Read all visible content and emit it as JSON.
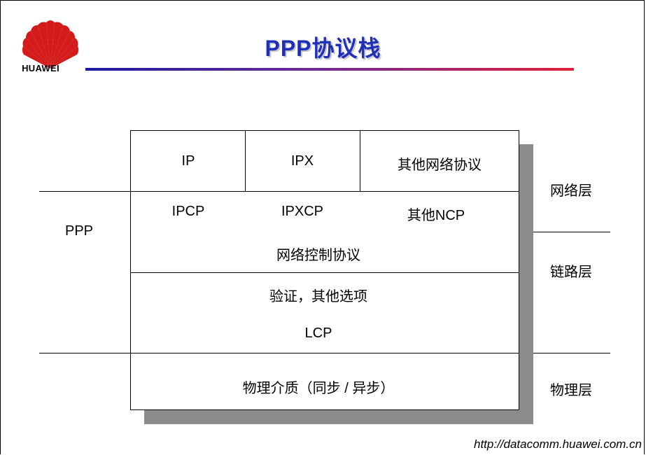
{
  "slide": {
    "logo_text": "HUAWEI",
    "title": "PPP协议栈",
    "footer_url": "http://datacomm.huawei.com.cn"
  },
  "stack": {
    "network_row": [
      "IP",
      "IPX",
      "其他网络协议"
    ],
    "ncp_row": [
      "IPCP",
      "IPXCP",
      "其他NCP"
    ],
    "ncp_label": "网络控制协议",
    "lcp_options": "验证，其他选项",
    "lcp_label": "LCP",
    "physical_label": "物理介质（同步 / 异步）"
  },
  "side_labels": {
    "ppp": "PPP",
    "network_layer": "网络层",
    "link_layer": "链路层",
    "physical_layer": "物理层"
  },
  "colors": {
    "title": "#1f2fb8",
    "logo_red": "#d41a1a",
    "shadow": "#8c8c8c"
  }
}
